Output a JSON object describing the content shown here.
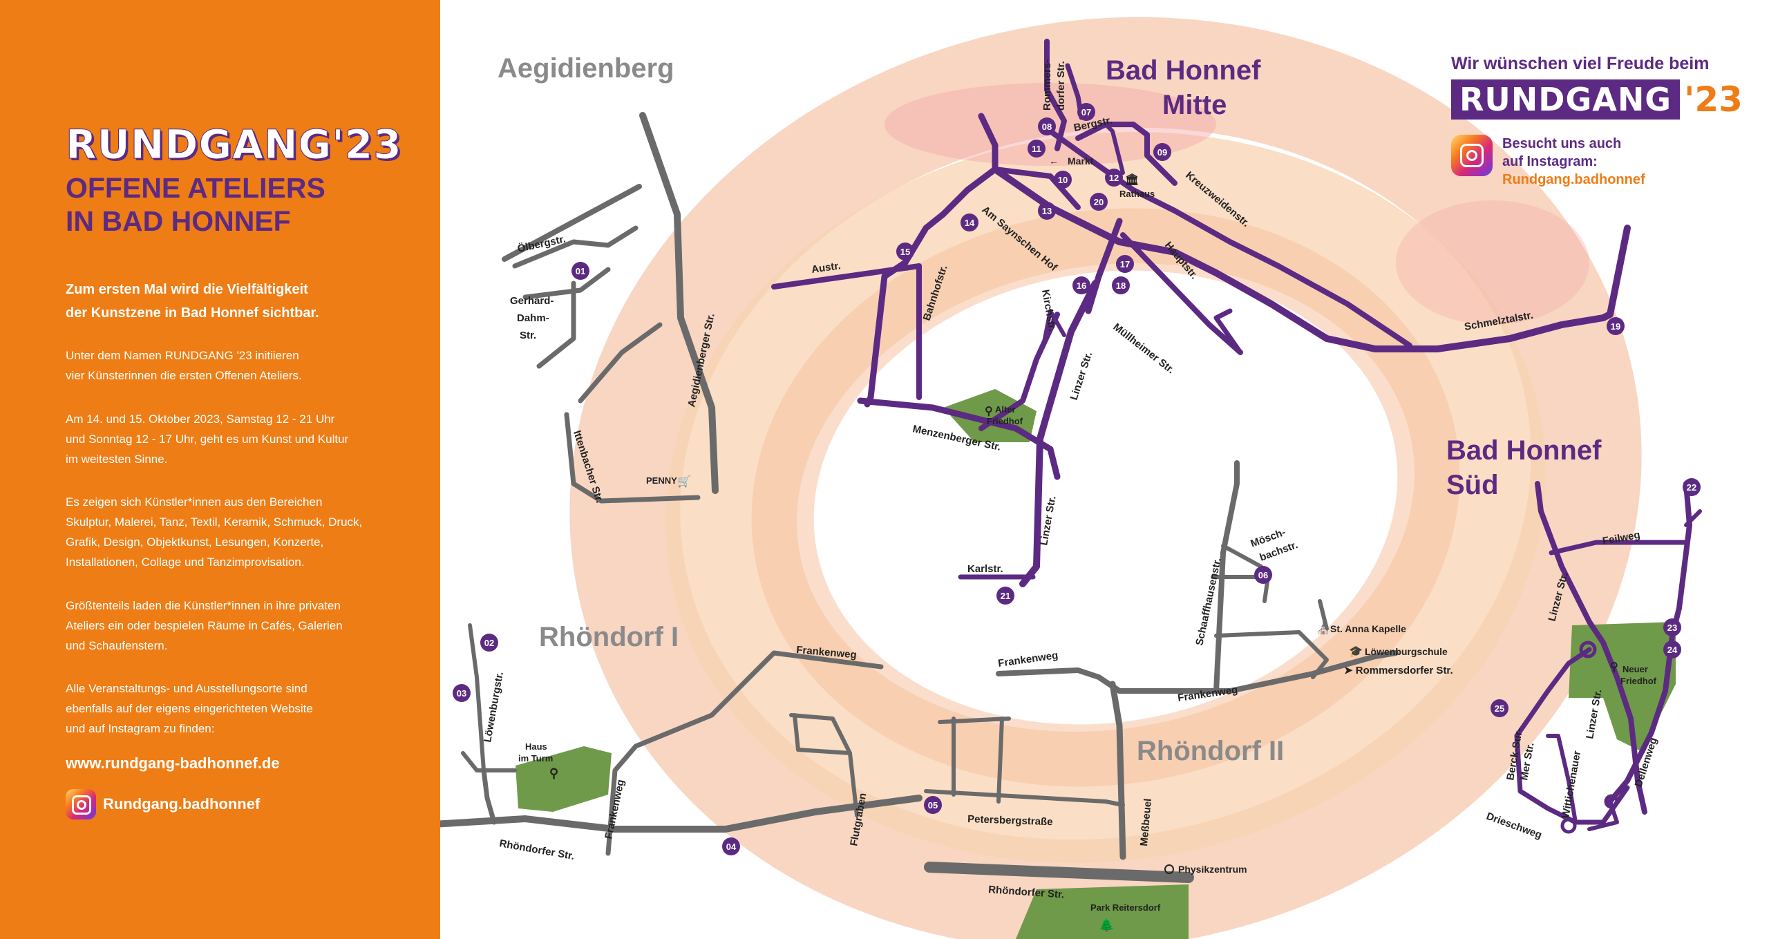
{
  "sidebar": {
    "brand": "RUNDGANG'23",
    "heading_line1": "OFFENE ATELIERS",
    "heading_line2": "IN BAD HONNEF",
    "intro_line1": "Zum ersten Mal wird die Vielfältigkeit",
    "intro_line2": "der Kunstzene in Bad Honnef sichtbar.",
    "p1_line1": "Unter dem Namen RUNDGANG '23  initiieren",
    "p1_line2": "vier Künsterinnen die ersten Offenen Ateliers.",
    "p2_line1": "Am 14. und 15. Oktober 2023, Samstag 12 - 21 Uhr",
    "p2_line2": "und Sonntag 12 - 17 Uhr,  geht es um Kunst und Kultur",
    "p2_line3": "im weitesten Sinne.",
    "p3_line1": "Es zeigen sich Künstler*innen aus den Bereichen",
    "p3_line2": "Skulptur, Malerei, Tanz, Textil, Keramik, Schmuck, Druck,",
    "p3_line3": "Grafik, Design, Objektkunst, Lesungen, Konzerte,",
    "p3_line4": "Installationen, Collage und Tanzimprovisation.",
    "p4_line1": "Größtenteils laden die Künstler*innen in ihre privaten",
    "p4_line2": "Ateliers ein oder bespielen Räume in Cafés, Galerien",
    "p4_line3": "und Schaufenstern.",
    "p5_line1": "Alle  Veranstaltungs- und Ausstellungsorte sind",
    "p5_line2": "ebenfalls auf der eigens eingerichteten Website",
    "p5_line3": "und auf Instagram zu finden:",
    "website": "www.rundgang-badhonnef.de",
    "instagram": "Rundgang.badhonnef"
  },
  "header": {
    "wish": "Wir wünschen viel Freude beim",
    "logo_word": "RUNDGANG",
    "logo_year": "'23",
    "insta_line1": "Besucht uns auch",
    "insta_line2": "auf Instagram:",
    "insta_handle": "Rundgang.badhonnef"
  },
  "districts": {
    "aegidienberg": "Aegidienberg",
    "mitte_line1": "Bad Honnef",
    "mitte_line2": "Mitte",
    "sued_line1": "Bad Honnef",
    "sued_line2": "Süd",
    "rhoendorf1": "Rhöndorf I",
    "rhoendorf2": "Rhöndorf II"
  },
  "streets": {
    "oelbergstr": "Ölbergstr.",
    "gerhard1": "Gerhard-",
    "gerhard2": "Dahm-",
    "gerhard3": "Str.",
    "aegidienberger": "Aegidienberger Str.",
    "ittenbacher": "Ittenbacher Str.",
    "rommers1": "Rommers-",
    "rommers2": "dorfer Str.",
    "bergstr": "Bergstr.",
    "kreuzweiden": "Kreuzweidenstr.",
    "austr": "Austr.",
    "bahnhofstr": "Bahnhofstr.",
    "saynschen": "Am Saynschen Hof",
    "hauptstr": "Hauptstr.",
    "schmelztal": "Schmelztalstr.",
    "kirchstr": "Kirchstr.",
    "linzer": "Linzer Str.",
    "muellheimer": "Müllheimer Str.",
    "menzenberger": "Menzenberger Str.",
    "karlstr": "Karlstr.",
    "schaaffhausen": "Schaaffhausenstr.",
    "moesch1": "Mösch-",
    "moesch2": "bachstr.",
    "frankenweg": "Frankenweg",
    "loewenburgstr": "Löwenburgstr.",
    "flutgraben": "Flutgraben",
    "petersberg": "Petersbergstraße",
    "messbeuel": "Meßbeuel",
    "rhoendorfer": "Rhöndorfer Str.",
    "rommersdorfer_arrow": "➤ Rommersdorfer Str.",
    "feilweg": "Feilweg",
    "berck1": "Berck-Sur-",
    "berck2": "Mer Str.",
    "wittichenauer": "Wittichenauer",
    "drieschweg": "Drieschweg",
    "dellenweg": "Dellenweg"
  },
  "places": {
    "markt": "Markt",
    "rathaus": "Rathaus",
    "penny": "PENNY",
    "alter1": "Alter",
    "alter2": "Friedhof",
    "anna": "St. Anna Kapelle",
    "loewenburgschule": "Löwenburgschule",
    "haus1": "Haus",
    "haus2": "im Turm",
    "physik": "Physikzentrum",
    "park": "Park Reitersdorf",
    "neuer1": "Neuer",
    "neuer2": "Friedhof"
  },
  "markers": [
    "01",
    "02",
    "03",
    "04",
    "05",
    "06",
    "07",
    "08",
    "09",
    "10",
    "11",
    "12",
    "13",
    "14",
    "15",
    "16",
    "17",
    "18",
    "19",
    "20",
    "21",
    "22",
    "23",
    "24",
    "25"
  ],
  "colors": {
    "orange": "#ee7d16",
    "purple": "#5c2a82",
    "gray": "#6a6a6a",
    "green": "#6f9a4a",
    "ring": "#f6c7a0"
  }
}
